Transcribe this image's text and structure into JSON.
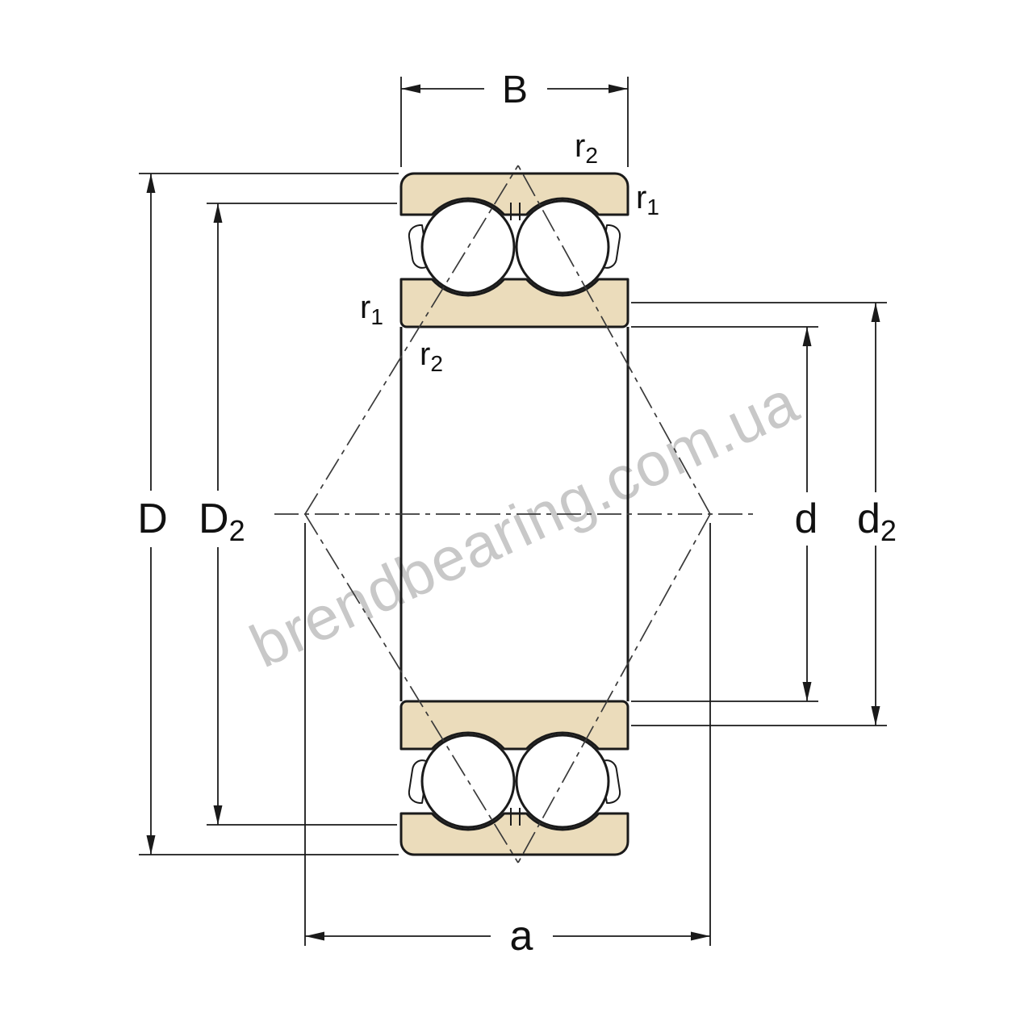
{
  "colors": {
    "background": "#ffffff",
    "outline": "#1a1a1a",
    "ring_fill": "#ebdcbb",
    "centerline": "#3a3a3a",
    "watermark": "#c8c8c8"
  },
  "watermark": {
    "text": "brendbearing.com.ua"
  },
  "labels": {
    "B": "B",
    "D": "D",
    "D2": {
      "main": "D",
      "sub": "2"
    },
    "d": "d",
    "d2": {
      "main": "d",
      "sub": "2"
    },
    "a": "a",
    "r1": {
      "main": "r",
      "sub": "1"
    },
    "r2": {
      "main": "r",
      "sub": "2"
    }
  }
}
